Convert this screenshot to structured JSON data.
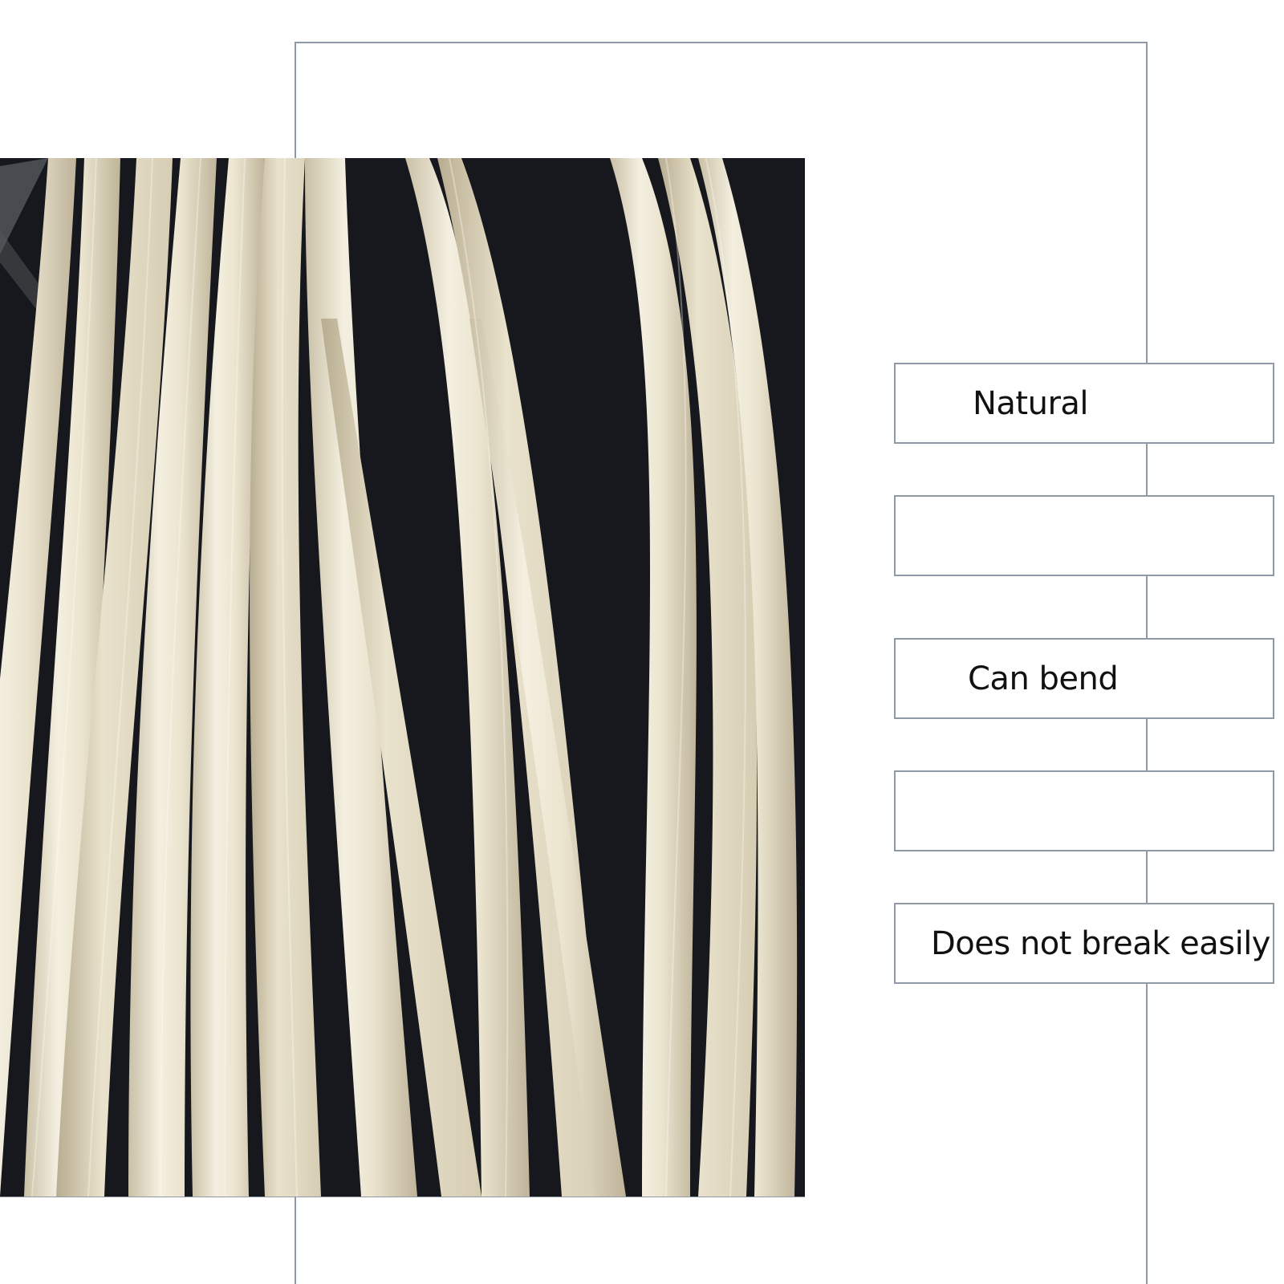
{
  "colors": {
    "frame_line": "#8f9aa6",
    "background": "#ffffff",
    "photo_backdrop": "#15171c",
    "rattan": "#eee8d6",
    "label_text": "#111111"
  },
  "photo": {
    "subject": "natural rattan cane strands",
    "icon": "photo"
  },
  "features": [
    {
      "label": "Natural"
    },
    {
      "label": ""
    },
    {
      "label": "Can bend"
    },
    {
      "label": ""
    },
    {
      "label": "Does not break easily"
    }
  ]
}
